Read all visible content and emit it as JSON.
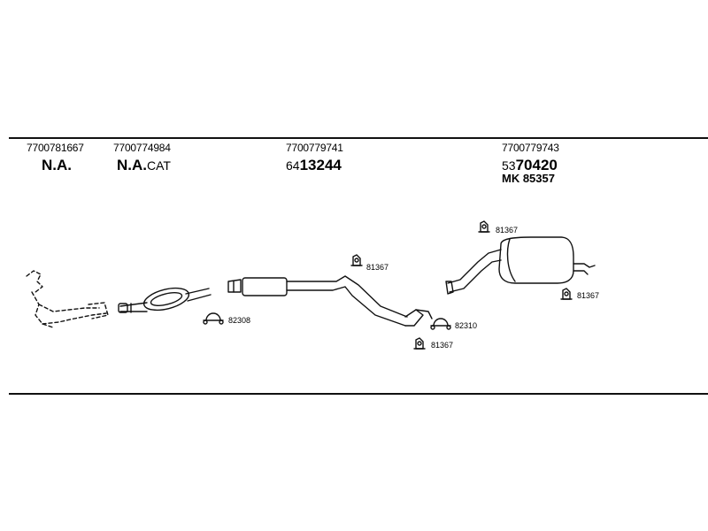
{
  "columns": [
    {
      "part_number": "7700781667",
      "code": "N.A."
    },
    {
      "part_number": "7700774984",
      "code_bold": "N.A.",
      "code_suffix": "CAT"
    },
    {
      "part_number": "7700779741",
      "code_prefix": "64",
      "code_bold": "13244"
    },
    {
      "part_number": "7700779743",
      "code_prefix": "53",
      "code_bold": "70420",
      "kit": "MK  85357"
    }
  ],
  "labels": {
    "clamp_1": "82308",
    "clamp_2": "82310",
    "mount_mid": "81367",
    "mount_low": "81367",
    "mount_rear_top": "81367",
    "mount_rear_bottom": "81367"
  }
}
